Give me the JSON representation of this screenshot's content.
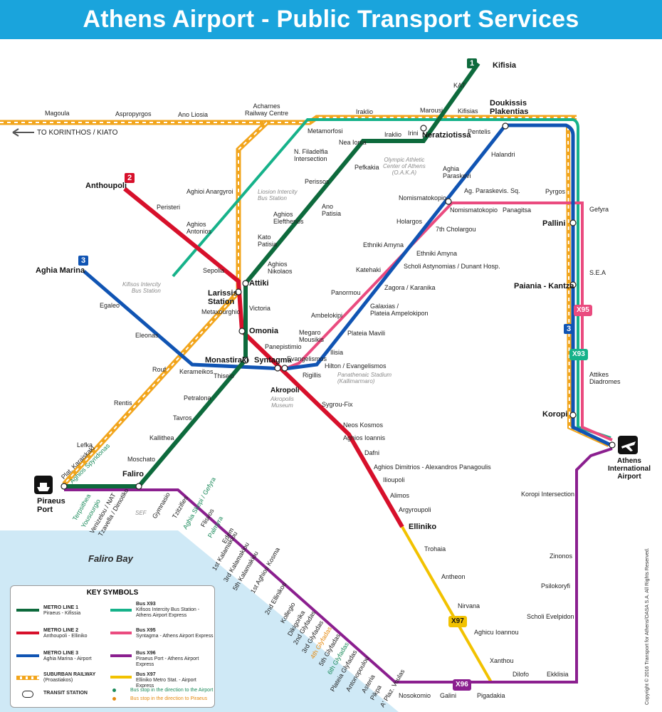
{
  "title": "Athens Airport - Public Transport Services",
  "direction": "TO KORINTHOS / KIATO",
  "bay": "Faliro Bay",
  "copyright": "Copyright © 2016 Transport for Athens/OASA S.A. All Rights Reserved.",
  "colors": {
    "banner": "#1aa4dc",
    "line1": "#0d6a3c",
    "line2": "#d7102b",
    "line3": "#1054b3",
    "suburban": "#f2a51c",
    "x93": "#16b28a",
    "x95": "#ea4b7f",
    "x96": "#8b1f8f",
    "x97": "#f2c200"
  },
  "badges": {
    "m1": "1",
    "m2": "2",
    "m3": "3",
    "m3b": "3",
    "x93": "X93",
    "x95": "X95",
    "x96": "X96",
    "x97": "X97"
  },
  "stations": {
    "kifisia": "Kifisia",
    "kat": "KAT",
    "marousi": "Marousi",
    "kifisias": "Kifisias",
    "doukissis": "Doukissis",
    "plakentias": "Plakentias",
    "pentelis": "Pentelis",
    "neratziotissa": "Neratziotissa",
    "irini": "Irini",
    "iraklio_m": "Iraklio",
    "iraklio_s": "Iraklio",
    "nea_ionia": "Nea Ionia",
    "pefkakia": "Pefkakia",
    "perissos": "Perissos",
    "ano_patisia": "Ano\nPatisia",
    "aghios_eleftherios": "Aghios\nEleftherios",
    "kato_patisia": "Kato\nPatisia",
    "aghios_nikolaos": "Aghios\nNikolaos",
    "attiki": "Attiki",
    "victoria": "Victoria",
    "omonia": "Omonia",
    "panepistimio": "Panepistimio",
    "syntagma": "Syntagma",
    "evangelismos": "Evangelismos",
    "megaro": "Megaro\nMousikis",
    "ilisia": "Ilisia",
    "ambelokipi": "Ambelokipi",
    "panormou": "Panormou",
    "katehaki": "Katehaki",
    "ethniki_amyna": "Ethniki Amyna",
    "holargos": "Holargos",
    "nomismatokopio": "Nomismatokopio",
    "aghia_paraskevi": "Aghia\nParaskevi",
    "halandri": "Halandri",
    "pallini": "Pallini",
    "paiania": "Paiania - Kantza",
    "koropi": "Koropi",
    "airport": "Athens\nInternational\nAirport",
    "anthoupoli": "Anthoupoli",
    "peristeri": "Peristeri",
    "aghios_antonios": "Aghios\nAntonios",
    "sepolia": "Sepolia",
    "larissis": "Larissis\nStation",
    "metaxourghio": "Metaxourghio",
    "akropoli": "Akropoli",
    "sygrou": "Sygrou-Fix",
    "neos_kosmos": "Neos Kosmos",
    "aghios_ioannis": "Aghios Ioannis",
    "dafni": "Dafni",
    "aghios_dimitrios": "Aghios Dimitrios - Alexandros Panagoulis",
    "ilioupoli": "Ilioupoli",
    "alimos": "Alimos",
    "argyroupoli": "Argyroupoli",
    "elliniko": "Elliniko",
    "aghia_marina": "Aghia Marina",
    "egaleo": "Egaleo",
    "eleonas": "Eleonas",
    "kerameikos": "Kerameikos",
    "monastiraki": "Monastiraki",
    "thiseio": "Thiseio",
    "petralona": "Petralona",
    "tavros": "Tavros",
    "kallithea": "Kallithea",
    "moschato": "Moschato",
    "faliro": "Faliro",
    "piraeus": "Piraeus\nPort",
    "magoula": "Magoula",
    "aspropyrgos": "Aspropyrgos",
    "ano_liosia": "Ano Liosia",
    "acharnes": "Acharnes\nRailway Centre",
    "metamorfosi": "Metamorfosi",
    "n_filadelfia": "N. Filadelfia\nIntersection",
    "aghioi_anargyroi": "Aghioi Anargyroi",
    "rouf": "Rouf",
    "rentis": "Rentis",
    "lefka": "Lefka",
    "plat_karaiskaki": "Plat. Karaiskaki",
    "aghios_spyridonas": "Aghios Spyridonas",
    "ag_paraskevis_sq": "Ag. Paraskevis. Sq.",
    "nomismatokopio_b": "Nomismatokopio",
    "panagitsa": "Panagitsa",
    "pyrgos": "Pyrgos",
    "gefyra": "Gefyra",
    "sea": "S.E.A",
    "attikes": "Attikes\nDiadromes",
    "chol": "7th Cholargou",
    "ethniki_amyna_b": "Ethniki Amyna",
    "scholi": "Scholi Astynomias / Dunant Hosp.",
    "zagora": "Zagora / Karanika",
    "galaxias": "Galaxias /\nPlateia Ampelokipon",
    "plateia_mavili": "Plateia Mavili",
    "hilton": "Hilton / Evangelismos",
    "rigillis": "Rigillis",
    "koropi_int": "Koropi Intersection",
    "zinonos": "Zinonos",
    "psilokoryfi": "Psilokoryfi",
    "scholi_evelpidon": "Scholi Evelpidon",
    "ekklisia": "Ekklisia",
    "dilofo": "Dilofo",
    "xanthou": "Xanthou",
    "aghicu": "Aghicu Ioannou",
    "nirvana": "Nirvana",
    "antheon": "Antheon",
    "trohaia": "Trohaia",
    "pigadakia": "Pigadakia",
    "galini": "Galini",
    "nosokomio": "Nosokomio"
  },
  "x96_stops": [
    "Gymnasio",
    "Tzitzifies",
    "Aghia Skepi / Gefyra",
    "Flisvos",
    "Palmyra",
    "Edem",
    "1st Kalamakiou",
    "3rd Kalamakiou",
    "5th Kalamakiou",
    "1st Aghiou Kosma",
    "2nd Ellinikou",
    "Kollegio",
    "Dikigorika",
    "2nd Glyfadas",
    "3rd Glyfadas",
    "4th Glyfadas",
    "5th Glyfadas",
    "6th Glyfadas",
    "Plateia Glyfadas",
    "Antonopoulou",
    "Asteria",
    "Pikpa",
    "A' Plaz. Voulas"
  ],
  "piraeus_stops": [
    "Terpsithea",
    "Yousourgio",
    "Venizelou / NAT",
    "Tzavella / Dimotiko"
  ],
  "notes": {
    "oaka": "Olympic Athletic\nCenter of Athens\n(O.A.K.A)",
    "liosion": "Liosion Intercity\nBus Station",
    "kifisos": "Kifisos Intercity\nBus Station",
    "stadium": "Panathenaic Stadium\n(Kallimarmaro)",
    "acropolis_museum": "Akropolis\nMuseum",
    "sef": "SEF"
  },
  "legend": {
    "title": "KEY SYMBOLS",
    "items": [
      {
        "t": "METRO LINE 1",
        "d": "Piraeus - Kifissia"
      },
      {
        "t": "METRO LINE 2",
        "d": "Anthoupoli - Elliniko"
      },
      {
        "t": "METRO LINE 3",
        "d": "Aghia Marina - Airport"
      },
      {
        "t": "SUBURBAN RAILWAY",
        "d": "(Proastiakos)"
      },
      {
        "t": "TRANSIT STATION",
        "d": ""
      },
      {
        "t": "Bus X93",
        "d": "Kifisos Intercity Bus Station -\nAthens Airport Express"
      },
      {
        "t": "Bus X95",
        "d": "Syntagma - Athens Airport Express"
      },
      {
        "t": "Bus X96",
        "d": "Piraeus Port - Athens Airport Express"
      },
      {
        "t": "Bus X97",
        "d": "Elliniko Metro Stat. - Airport Express"
      }
    ],
    "dir_airport": "Bus stop in the direction to the Airport",
    "dir_piraeus": "Bus stop in the direction to Piraeus"
  }
}
